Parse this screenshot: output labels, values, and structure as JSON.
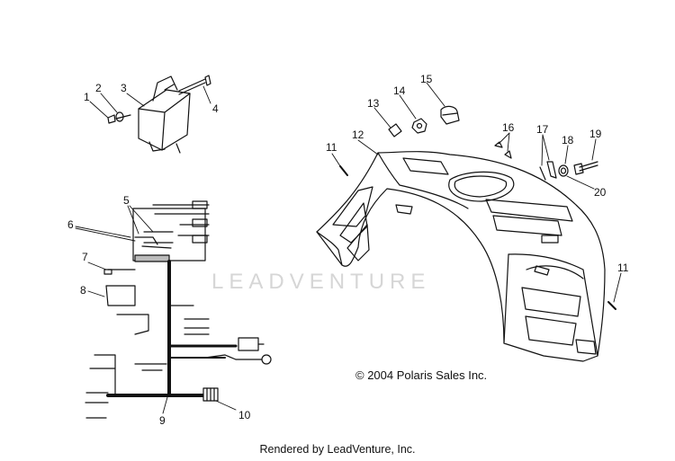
{
  "watermark": "LEADVENTURE",
  "copyright": "© 2004 Polaris Sales Inc.",
  "footer": "Rendered by LeadVenture, Inc.",
  "callouts": [
    "1",
    "2",
    "3",
    "4",
    "5",
    "6",
    "7",
    "8",
    "9",
    "10",
    "11",
    "12",
    "13",
    "14",
    "15",
    "16",
    "17",
    "18",
    "19",
    "20",
    "11"
  ]
}
